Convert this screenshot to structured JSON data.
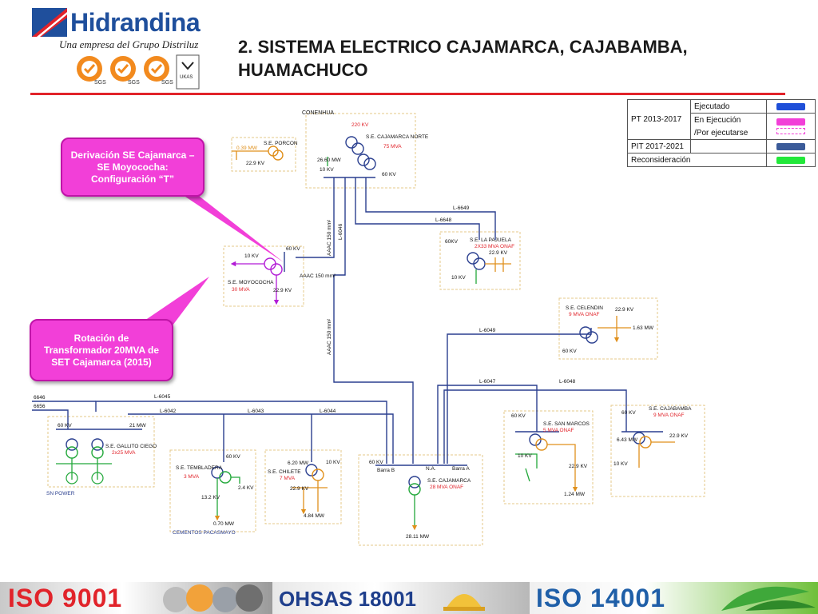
{
  "header": {
    "brand_name": "Hidrandina",
    "tagline": "Una empresa del Grupo Distriluz",
    "cert_badges": [
      "SGS",
      "SGS",
      "SGS",
      "UKAS"
    ],
    "slide_title": "2. SISTEMA ELECTRICO CAJAMARCA, CAJABAMBA, HUAMACHUCO"
  },
  "legend": {
    "rows": [
      {
        "plan": "PT 2013-2017",
        "status": "Ejecutado",
        "swatch": "#1f4fd8"
      },
      {
        "plan": "",
        "status": "En Ejecución",
        "swatch": "#f23fd8"
      },
      {
        "plan": "",
        "status": "/Por ejecutarse",
        "swatch": "#f23fd8"
      },
      {
        "plan": "PIT 2017-2021",
        "status": "",
        "swatch": "#3b5b99"
      },
      {
        "plan": "Reconsideración",
        "status": "",
        "swatch": "#22e83a"
      }
    ]
  },
  "callouts": [
    {
      "text": "Derivación SE Cajamarca – SE Moyococha: Configuración “T”"
    },
    {
      "text": "Rotación de Transformador 20MVA de SET Cajamarca (2015)"
    }
  ],
  "diagram": {
    "conenhua": "CONENHUA",
    "cajamarca_norte": {
      "kv220": "220 KV",
      "name": "S.E. CAJAMARCA NORTE",
      "mva": "75 MVA",
      "mw": "26.60 MW",
      "kv10": "10 KV",
      "kv60": "60 KV"
    },
    "porcon": {
      "name": "S.E. PORCON",
      "mw": "0.39 MW",
      "kv": "22.9 KV"
    },
    "moyococha": {
      "kv60": "60 KV",
      "kv10": "10 KV",
      "name": "S.E. MOYOCOCHA",
      "mva": "30 MVA",
      "kv22": "22.9 KV",
      "aaac": "AAAC 150 mm²"
    },
    "lines": [
      "L-6649",
      "L-6648",
      "L-6046",
      "L-6049",
      "L-6045",
      "L-6047",
      "L-6048",
      "L-6042",
      "L-6043",
      "L-6044",
      "6646",
      "6656"
    ],
    "aaac_a": "AAAC 150 mm²",
    "aaac_b": "AAAC 150 mm²",
    "la_pajuela": {
      "name": "S.E. LA PAJUELA",
      "mva": "2X33 MVA ONAF",
      "kv60": "60KV",
      "kv22": "22.9 KV",
      "kv10": "10 KV"
    },
    "celendin": {
      "name": "S.E. CELENDIN",
      "mva": "9 MVA ONAF",
      "kv22": "22.9 KV",
      "mw": "1.63 MW",
      "kv60": "60 KV"
    },
    "gallito_ciego": {
      "kv60": "60 KV",
      "name": "S.E. GALLITO CIEGO",
      "mva": "2x25 MVA",
      "mw": "21 MW",
      "sn_power": "SN POWER"
    },
    "tembladera": {
      "name": "S.E. TEMBLADERA",
      "mva": "3 MVA",
      "kv60": "60 KV",
      "kv24": "2.4 KV",
      "kv13": "13.2 KV",
      "mw": "0.70 MW",
      "cementos": "CEMENTOS PACASMAYO"
    },
    "chilete": {
      "name": "S.E. CHILETE",
      "mva": "7 MVA",
      "mw": "6.20 MW",
      "kv10": "10 KV",
      "kv22": "22.9 KV",
      "mw2": "4.84 MW"
    },
    "cajamarca": {
      "name": "S.E. CAJAMARCA",
      "mva": "28 MVA ONAF",
      "kv60": "60 KV",
      "barra_b": "Barra B",
      "na": "N.A.",
      "barra_a": "Barra A",
      "mw": "28.11 MW"
    },
    "san_marcos": {
      "name": "S.E. SAN MARCOS",
      "mva": "5 MVA ONAF",
      "kv60": "60 KV",
      "kv10": "10 KV",
      "kv22": "22.9 KV",
      "mw": "1.24 MW"
    },
    "cajabamba": {
      "name": "S.E. CAJABAMBA",
      "mva": "9 MVA ONAF",
      "kv60": "60 KV",
      "mw": "6.43 MW",
      "kv22": "22.9 KV",
      "kv10": "10 KV"
    }
  },
  "footer": {
    "cert1": "ISO 9001",
    "cert2": "OHSAS 18001",
    "cert3": "ISO 14001"
  }
}
